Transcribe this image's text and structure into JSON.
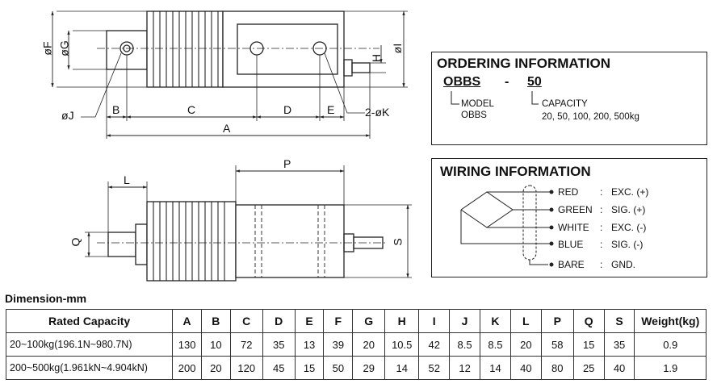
{
  "drawing": {
    "top_view_labels": {
      "F": "F",
      "G": "G",
      "H": "H",
      "I": "I",
      "J": "J",
      "K": "2-K",
      "A": "A",
      "B": "B",
      "C": "C",
      "D": "D",
      "E": "E"
    },
    "side_view_labels": {
      "L": "L",
      "P": "P",
      "Q": "Q",
      "S": "S"
    },
    "phi": "ø"
  },
  "ordering": {
    "title": "ORDERING INFORMATION",
    "model_code": "OBBS",
    "dash": "-",
    "capacity_code": "50",
    "model_label": "MODEL",
    "model_value": "OBBS",
    "capacity_label": "CAPACITY",
    "capacity_value": "20, 50, 100, 200, 500kg"
  },
  "wiring": {
    "title": "WIRING INFORMATION",
    "wires": [
      {
        "color": "RED",
        "signal": "EXC. (+)"
      },
      {
        "color": "GREEN",
        "signal": "SIG. (+)"
      },
      {
        "color": "WHITE",
        "signal": "EXC. (-)"
      },
      {
        "color": "BLUE",
        "signal": "SIG. (-)"
      },
      {
        "color": "BARE",
        "signal": "GND."
      }
    ],
    "sep": ":"
  },
  "table": {
    "title": "Dimension-mm",
    "headers": [
      "Rated Capacity",
      "A",
      "B",
      "C",
      "D",
      "E",
      "F",
      "G",
      "H",
      "I",
      "J",
      "K",
      "L",
      "P",
      "Q",
      "S",
      "Weight(kg)"
    ],
    "rows": [
      [
        "20~100kg(196.1N~980.7N)",
        "130",
        "10",
        "72",
        "35",
        "13",
        "39",
        "20",
        "10.5",
        "42",
        "8.5",
        "8.5",
        "20",
        "58",
        "15",
        "35",
        "0.9"
      ],
      [
        "200~500kg(1.961kN~4.904kN)",
        "200",
        "20",
        "120",
        "45",
        "15",
        "50",
        "29",
        "14",
        "52",
        "12",
        "14",
        "40",
        "80",
        "25",
        "40",
        "1.9"
      ]
    ]
  }
}
